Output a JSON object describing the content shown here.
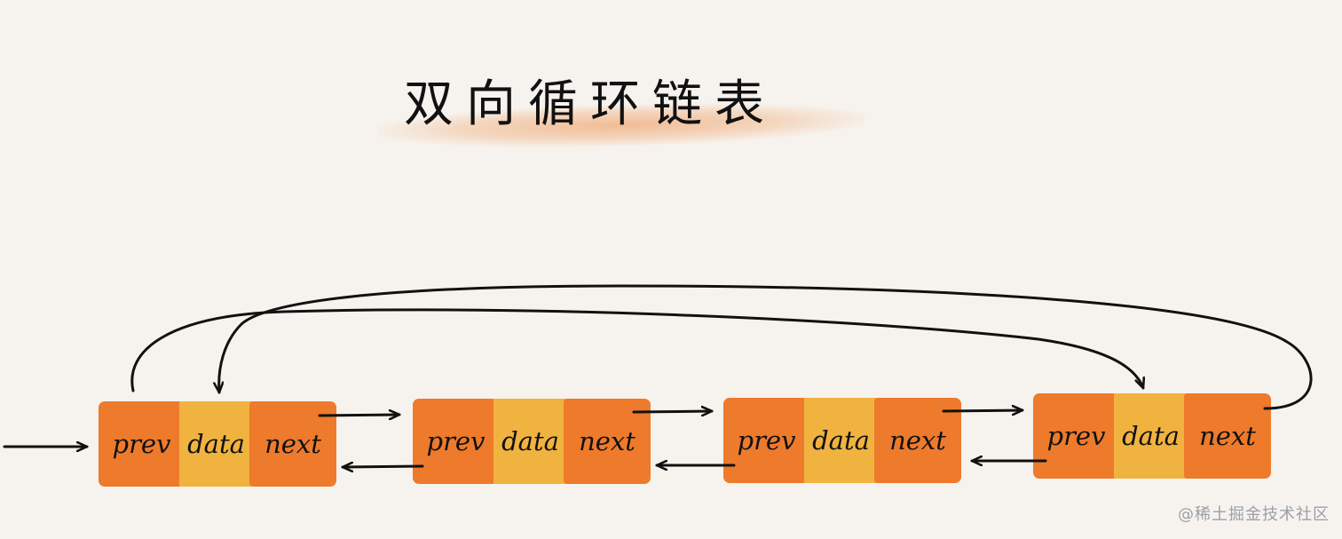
{
  "title": "双向循环链表",
  "nodes": [
    {
      "prev": "prev",
      "data": "data",
      "next": "next"
    },
    {
      "prev": "prev",
      "data": "data",
      "next": "next"
    },
    {
      "prev": "prev",
      "data": "data",
      "next": "next"
    },
    {
      "prev": "prev",
      "data": "data",
      "next": "next"
    }
  ],
  "watermark": "@稀土掘金技术社区",
  "colors": {
    "background": "#f6f3ee",
    "pointer_cell": "#ee7a2c",
    "data_cell": "#f0b33f",
    "ink": "#111111",
    "highlight": "#f0aa78"
  }
}
